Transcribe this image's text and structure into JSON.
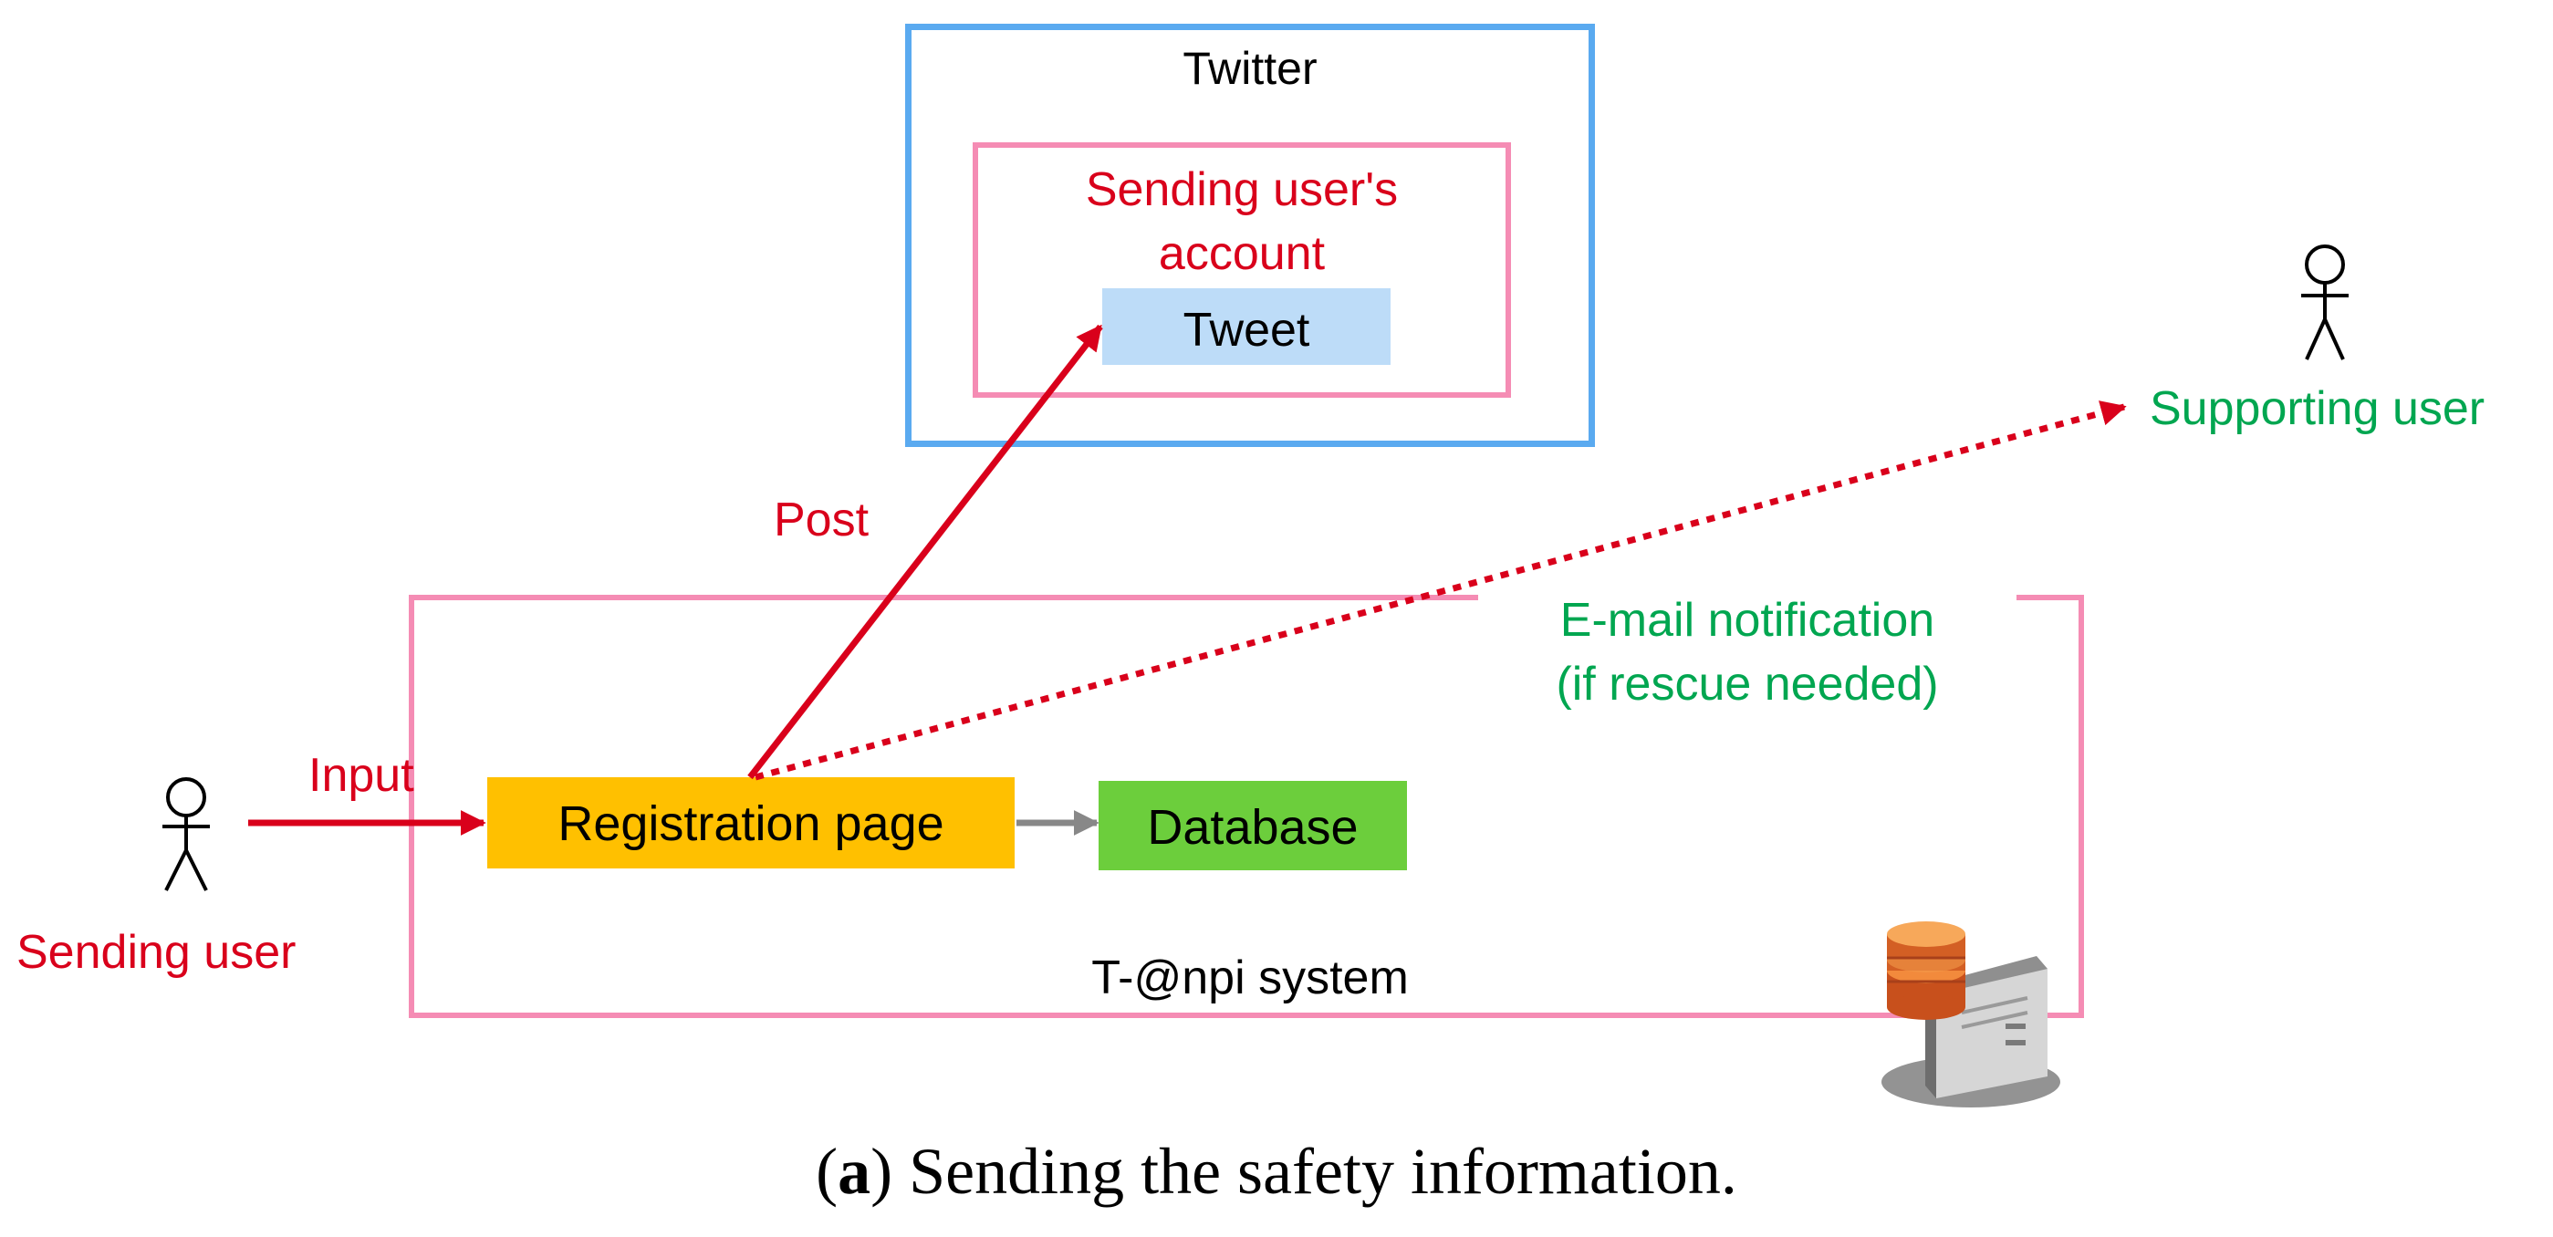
{
  "twitter": {
    "title": "Twitter",
    "account_label_1": "Sending user's",
    "account_label_2": "account",
    "tweet_label": "Tweet"
  },
  "system": {
    "title": "T-@npi system",
    "registration_label": "Registration page",
    "database_label": "Database"
  },
  "actors": {
    "sending_user": "Sending user",
    "supporting_user": "Supporting user"
  },
  "flows": {
    "input": "Input",
    "post": "Post",
    "notify_1": "E-mail notification",
    "notify_2": "(if rescue needed)"
  },
  "caption": {
    "letter": "a",
    "text": "Sending the safety information."
  },
  "colors": {
    "red": "#d9001b",
    "green": "#00a650",
    "blue_border": "#5aaaf0",
    "pink_border": "#f58cb4",
    "tweet_fill": "#bddcf8",
    "orange_fill": "#ffc000",
    "green_fill": "#6cce3c",
    "grey_arrow": "#888888"
  },
  "icons": {
    "server": "database-server-icon",
    "person": "stick-figure-icon"
  }
}
